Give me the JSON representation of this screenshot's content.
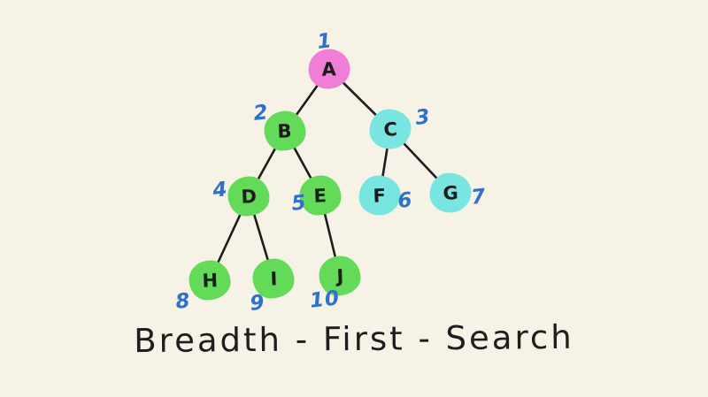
{
  "title": "Breadth - First - Search",
  "palette": {
    "background": "#f6f3e6",
    "root_node_fill": "#ee7ed6",
    "green_node_fill": "#63da58",
    "cyan_node_fill": "#79e5e1",
    "order_number_color": "#2e71cb",
    "ink": "#1c1c1c"
  },
  "tree": {
    "nodes": [
      {
        "label": "A",
        "order": "1",
        "fill": "pink"
      },
      {
        "label": "B",
        "order": "2",
        "fill": "green"
      },
      {
        "label": "C",
        "order": "3",
        "fill": "cyan"
      },
      {
        "label": "D",
        "order": "4",
        "fill": "green"
      },
      {
        "label": "E",
        "order": "5",
        "fill": "green"
      },
      {
        "label": "F",
        "order": "6",
        "fill": "cyan"
      },
      {
        "label": "G",
        "order": "7",
        "fill": "cyan"
      },
      {
        "label": "H",
        "order": "8",
        "fill": "green"
      },
      {
        "label": "I",
        "order": "9",
        "fill": "green"
      },
      {
        "label": "J",
        "order": "10",
        "fill": "green"
      }
    ],
    "edges": [
      "A-B",
      "A-C",
      "B-D",
      "B-E",
      "C-F",
      "C-G",
      "D-H",
      "D-I",
      "E-J"
    ]
  }
}
